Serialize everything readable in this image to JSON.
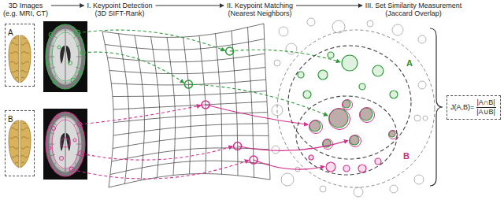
{
  "diagram": {
    "nodes": [
      {
        "text": [
          "A"
        ]
      },
      {
        "text": [
          "B"
        ]
      },
      {
        "text": [
          "A"
        ]
      },
      {
        "text": [
          "B"
        ]
      },
      {
        "text": [
          "J(A,B)=",
          "|A∩B|",
          "|A∪B|"
        ]
      }
    ],
    "labels": [
      "3D Images (e.g. MRI, CT)",
      "I. Keypoint Detection (3D SIFT-Rank)",
      "II. Keypoint Matching (Nearest Neighbors)",
      "III. Set Similarity Measurement (Jaccard Overlap)"
    ]
  }
}
